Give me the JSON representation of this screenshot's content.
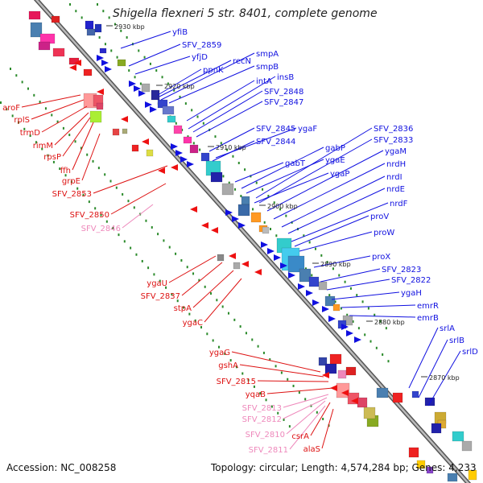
{
  "title": "Shigella flexneri 5 str. 8401, complete genome",
  "accession": "Accession: NC_008258",
  "topology": "Topology: circular; Length: 4,574,284 bp; Genes: 4,233",
  "colors": {
    "label_blue": "#1010e0",
    "label_red": "#dd1111",
    "label_pink": "#ee88bb",
    "backbone": "#888888",
    "tick_green": "#2a8a2a"
  },
  "kbp_ticks": [
    "2930 kbp",
    "2920 kbp",
    "2910 kbp",
    "2900 kbp",
    "2890 kbp",
    "2880 kbp",
    "2870 kbp"
  ],
  "labels_blue": [
    "yfiB",
    "SFV_2859",
    "yfjD",
    "recN",
    "smpA",
    "ppnK",
    "smpB",
    "intA",
    "insB",
    "SFV_2848",
    "SFV_2847",
    "SFV_2845",
    "ygaF",
    "SFV_2844",
    "SFV_2836",
    "SFV_2833",
    "gabP",
    "ygaM",
    "ygaE",
    "nrdH",
    "gabT",
    "ygaP",
    "nrdI",
    "nrdE",
    "nrdF",
    "proV",
    "proW",
    "proX",
    "SFV_2823",
    "SFV_2822",
    "ygaH",
    "emrR",
    "emrB",
    "srlA",
    "srlB",
    "srlD"
  ],
  "labels_red": [
    "aroF",
    "rplS",
    "trmD",
    "rimM",
    "rpsP",
    "ffh",
    "grpE",
    "SFV_2853",
    "SFV_2850",
    "ygaU",
    "SFV_2837",
    "stpA",
    "ygaC",
    "ygaG",
    "gshA",
    "SFV_2815",
    "yqaB",
    "csrA",
    "alaS"
  ],
  "labels_pink": [
    "SFV_2846",
    "SFV_2813",
    "SFV_2812",
    "SFV_2810",
    "SFV_2811"
  ]
}
